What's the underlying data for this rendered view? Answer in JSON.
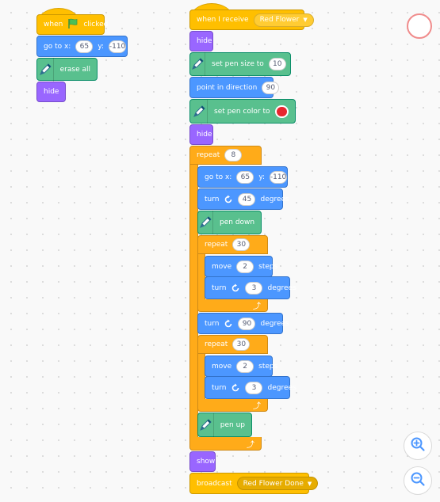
{
  "colors": {
    "motion": "#4c97ff",
    "looks": "#9966ff",
    "events": "#ffbf00",
    "control": "#ffab19",
    "pen": "#59c08e",
    "pen_color_value": "#e6262e"
  },
  "icons": [
    "green-flag-icon",
    "pen-icon",
    "rotate-right-icon",
    "loop-arrow-icon",
    "zoom-in-icon",
    "zoom-out-icon"
  ],
  "script1": {
    "hat_when": "when",
    "hat_clicked": "clicked",
    "goto_label": "go to x:",
    "goto_x": "65",
    "goto_y_label": "y:",
    "goto_y": "-110",
    "erase_label": "erase all",
    "hide_label": "hide"
  },
  "script2": {
    "hat_label": "when I receive",
    "hat_message": "Red Flower",
    "hide1": "hide",
    "pen_size_label": "set pen size to",
    "pen_size_value": "10",
    "point_label": "point in direction",
    "point_value": "90",
    "pen_color_label": "set pen color to",
    "hide2": "hide",
    "repeat_outer_label": "repeat",
    "repeat_outer_value": "8",
    "goto_label": "go to x:",
    "goto_x": "65",
    "goto_y_label": "y:",
    "goto_y": "-110",
    "turn1_label": "turn",
    "turn1_value": "45",
    "turn1_unit": "degrees",
    "pen_down_label": "pen down",
    "repeat_a_label": "repeat",
    "repeat_a_value": "30",
    "move_a_label": "move",
    "move_a_value": "2",
    "move_a_unit": "steps",
    "turn_a_label": "turn",
    "turn_a_value": "3",
    "turn_a_unit": "degrees",
    "turn2_label": "turn",
    "turn2_value": "90",
    "turn2_unit": "degrees",
    "repeat_b_label": "repeat",
    "repeat_b_value": "30",
    "move_b_label": "move",
    "move_b_value": "2",
    "move_b_unit": "steps",
    "turn_b_label": "turn",
    "turn_b_value": "3",
    "turn_b_unit": "degrees",
    "pen_up_label": "pen up",
    "show_label": "show",
    "broadcast_label": "broadcast",
    "broadcast_message": "Red Flower Done"
  }
}
